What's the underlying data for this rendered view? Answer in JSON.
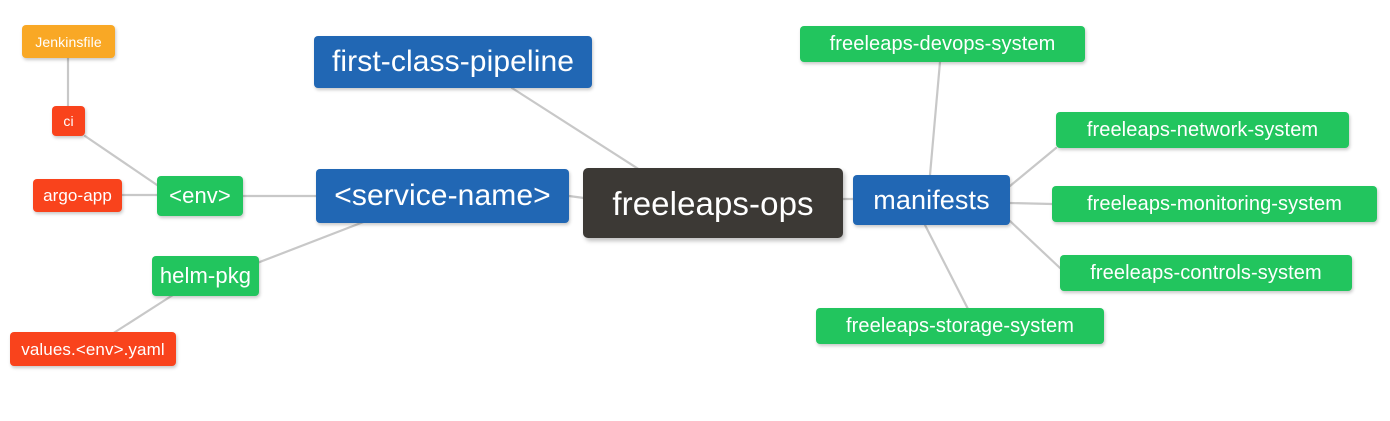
{
  "diagram": {
    "title": "freeleaps-ops repository structure mindmap",
    "type": "mindmap",
    "background": "#ffffff",
    "edge_color": "#c8c8c8"
  },
  "palette": {
    "root": "#3c3935",
    "blue": "#2167b4",
    "green": "#22c55e",
    "orange": "#f9a825",
    "red": "#f9431c",
    "text": "#ffffff",
    "edge": "#c8c8c8"
  },
  "nodes": {
    "root": {
      "label": "freeleaps-ops",
      "color": "#3c3935"
    },
    "first_class_pipeline": {
      "label": "first-class-pipeline",
      "color": "#2167b4"
    },
    "service_name": {
      "label": "<service-name>",
      "color": "#2167b4"
    },
    "env": {
      "label": "<env>",
      "color": "#22c55e"
    },
    "ci": {
      "label": "ci",
      "color": "#f9431c"
    },
    "jenkinsfile": {
      "label": "Jenkinsfile",
      "color": "#f9a825"
    },
    "argo_app": {
      "label": "argo-app",
      "color": "#f9431c"
    },
    "helm_pkg": {
      "label": "helm-pkg",
      "color": "#22c55e"
    },
    "values_yaml": {
      "label": "values.<env>.yaml",
      "color": "#f9431c"
    },
    "manifests": {
      "label": "manifests",
      "color": "#2167b4"
    },
    "devops_system": {
      "label": "freeleaps-devops-system",
      "color": "#22c55e"
    },
    "network_system": {
      "label": "freeleaps-network-system",
      "color": "#22c55e"
    },
    "monitoring_system": {
      "label": "freeleaps-monitoring-system",
      "color": "#22c55e"
    },
    "controls_system": {
      "label": "freeleaps-controls-system",
      "color": "#22c55e"
    },
    "storage_system": {
      "label": "freeleaps-storage-system",
      "color": "#22c55e"
    }
  },
  "edges": [
    {
      "from": "root",
      "to": "first_class_pipeline"
    },
    {
      "from": "root",
      "to": "service_name"
    },
    {
      "from": "root",
      "to": "manifests"
    },
    {
      "from": "service_name",
      "to": "env"
    },
    {
      "from": "service_name",
      "to": "helm_pkg"
    },
    {
      "from": "env",
      "to": "ci"
    },
    {
      "from": "env",
      "to": "argo_app"
    },
    {
      "from": "ci",
      "to": "jenkinsfile"
    },
    {
      "from": "helm_pkg",
      "to": "values_yaml"
    },
    {
      "from": "manifests",
      "to": "devops_system"
    },
    {
      "from": "manifests",
      "to": "network_system"
    },
    {
      "from": "manifests",
      "to": "monitoring_system"
    },
    {
      "from": "manifests",
      "to": "controls_system"
    },
    {
      "from": "manifests",
      "to": "storage_system"
    }
  ]
}
